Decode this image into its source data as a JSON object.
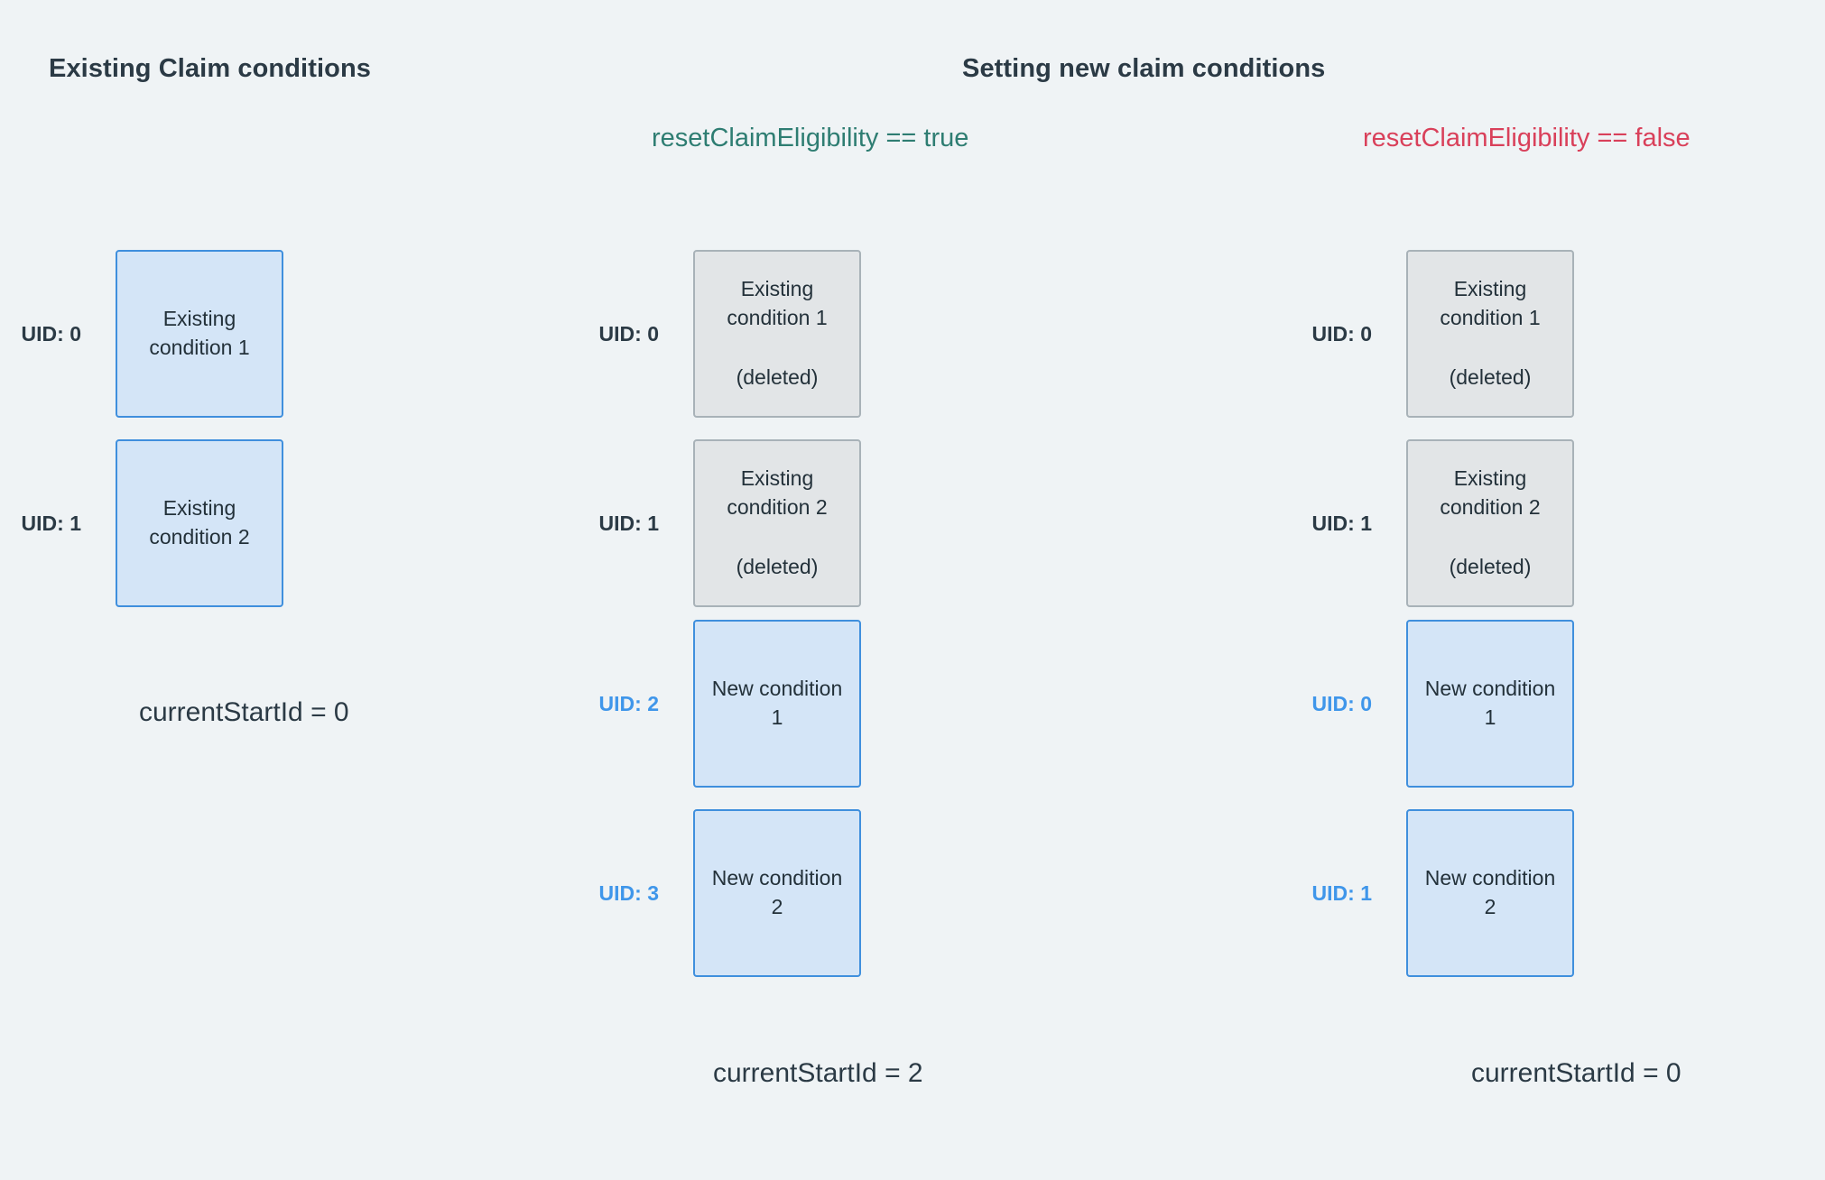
{
  "headings": {
    "left": "Existing Claim conditions",
    "right": "Setting new claim conditions"
  },
  "flags": {
    "reset_true": "resetClaimEligibility == true",
    "reset_false": "resetClaimEligibility == false"
  },
  "colors": {
    "background": "#eff3f5",
    "heading_text": "#2b3a45",
    "flag_true": "#2e7d72",
    "flag_false": "#d9405a",
    "box_blue_fill": "#d4e5f7",
    "box_blue_border": "#3f8fdd",
    "box_gray_fill": "#e2e5e7",
    "box_gray_border": "#a8b2b8",
    "uid_accent": "#3f96ea"
  },
  "columns": {
    "existing": {
      "rows": [
        {
          "uid": "UID: 0",
          "uid_accent": false,
          "title": "Existing condition 1",
          "note": "",
          "style": "blue"
        },
        {
          "uid": "UID: 1",
          "uid_accent": false,
          "title": "Existing condition 2",
          "note": "",
          "style": "blue"
        }
      ],
      "start_id": "currentStartId = 0"
    },
    "reset_true": {
      "rows": [
        {
          "uid": "UID: 0",
          "uid_accent": false,
          "title": "Existing condition 1",
          "note": "(deleted)",
          "style": "gray"
        },
        {
          "uid": "UID: 1",
          "uid_accent": false,
          "title": "Existing condition 2",
          "note": "(deleted)",
          "style": "gray"
        },
        {
          "uid": "UID: 2",
          "uid_accent": true,
          "title": "New condition 1",
          "note": "",
          "style": "blue"
        },
        {
          "uid": "UID: 3",
          "uid_accent": true,
          "title": "New condition 2",
          "note": "",
          "style": "blue"
        }
      ],
      "start_id": "currentStartId = 2"
    },
    "reset_false": {
      "rows": [
        {
          "uid": "UID: 0",
          "uid_accent": false,
          "title": "Existing condition 1",
          "note": "(deleted)",
          "style": "gray"
        },
        {
          "uid": "UID: 1",
          "uid_accent": false,
          "title": "Existing condition 2",
          "note": "(deleted)",
          "style": "gray"
        },
        {
          "uid": "UID: 0",
          "uid_accent": true,
          "title": "New condition 1",
          "note": "",
          "style": "blue"
        },
        {
          "uid": "UID: 1",
          "uid_accent": true,
          "title": "New condition 2",
          "note": "",
          "style": "blue"
        }
      ],
      "start_id": "currentStartId = 0"
    }
  },
  "layout": {
    "row_tops": [
      277,
      487,
      687,
      897
    ]
  }
}
